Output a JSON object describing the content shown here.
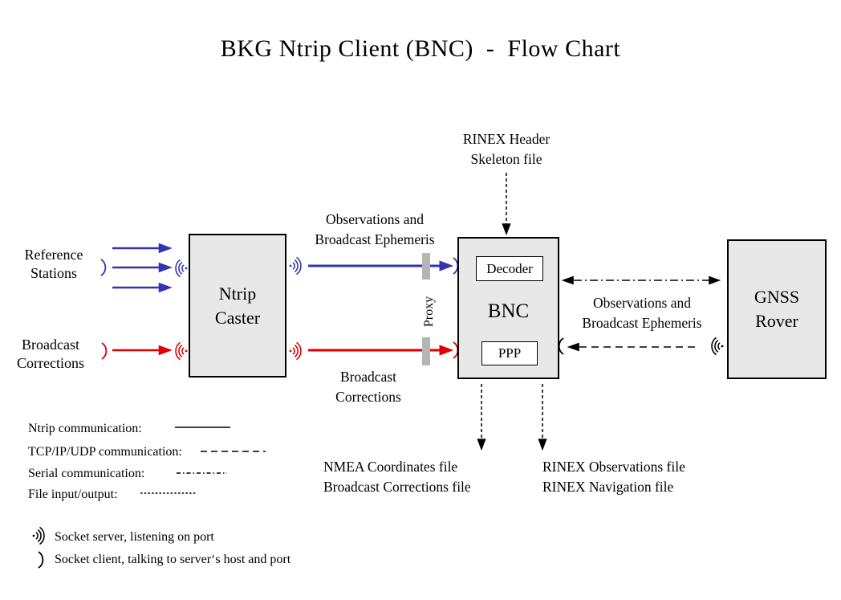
{
  "title": "BKG Ntrip Client (BNC)  -  Flow Chart",
  "colors": {
    "ntrip_blue": "#3333b3",
    "corrections_red": "#dd0000",
    "box_fill": "#e8e8e8",
    "proxy_gray": "#b5b5b5",
    "line_black": "#000000"
  },
  "nodes": {
    "ntrip_caster": {
      "line1": "Ntrip",
      "line2": "Caster"
    },
    "bnc": {
      "label": "BNC",
      "decoder": "Decoder",
      "ppp": "PPP"
    },
    "gnss_rover": {
      "line1": "GNSS",
      "line2": "Rover"
    }
  },
  "inputs": {
    "reference_stations": {
      "line1": "Reference",
      "line2": "Stations"
    },
    "broadcast_corrections": {
      "line1": "Broadcast",
      "line2": "Corrections"
    }
  },
  "labels": {
    "obs_ephemeris_top": {
      "line1": "Observations and",
      "line2": "Broadcast Ephemeris"
    },
    "broadcast_corrections_mid": {
      "line1": "Broadcast",
      "line2": "Corrections"
    },
    "proxy": "Proxy",
    "rinex_header": {
      "line1": "RINEX Header",
      "line2": "Skeleton file"
    },
    "obs_ephemeris_right": {
      "line1": "Observations and",
      "line2": "Broadcast Ephemeris"
    },
    "output_left": {
      "line1": "NMEA Coordinates file",
      "line2": "Broadcast Corrections file"
    },
    "output_right": {
      "line1": "RINEX Observations file",
      "line2": "RINEX Navigation file"
    }
  },
  "legend": {
    "items": [
      {
        "label": "Ntrip communication:",
        "style": "solid"
      },
      {
        "label": "TCP/IP/UDP communication:",
        "style": "dashed"
      },
      {
        "label": "Serial communication:",
        "style": "dashdot"
      },
      {
        "label": "File input/output:",
        "style": "dotted"
      }
    ],
    "socket_server": "Socket server, listening on port",
    "socket_client": "Socket client, talking to server‘s host and port"
  }
}
